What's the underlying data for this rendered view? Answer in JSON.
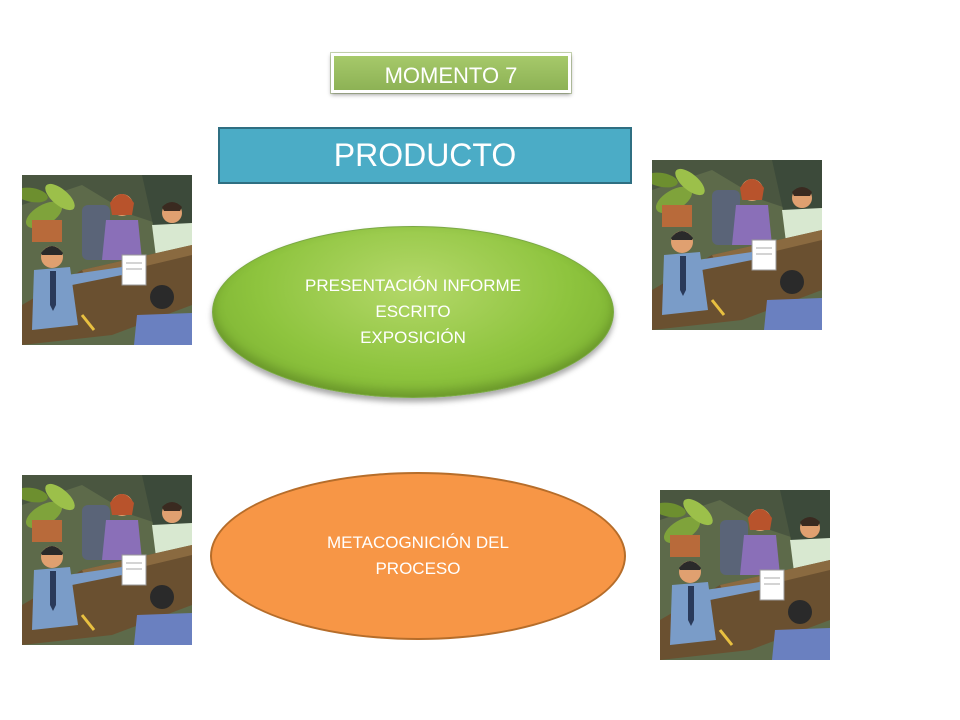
{
  "slide": {
    "momento_label": "MOMENTO 7",
    "title": "PRODUCTO",
    "green_ellipse": {
      "line1": "PRESENTACIÓN INFORME",
      "line2": "ESCRITO",
      "line3": "EXPOSICIÓN"
    },
    "orange_ellipse": {
      "line1": "METACOGNICIÓN DEL",
      "line2": "PROCESO"
    },
    "images": [
      {
        "icon": "business-meeting-clipart"
      },
      {
        "icon": "business-meeting-clipart"
      },
      {
        "icon": "business-meeting-clipart"
      },
      {
        "icon": "business-meeting-clipart"
      }
    ]
  },
  "colors": {
    "momento_green": "#9bbb59",
    "title_blue": "#4bacc6",
    "ellipse_green": "#8ec43e",
    "ellipse_orange": "#f79646"
  }
}
